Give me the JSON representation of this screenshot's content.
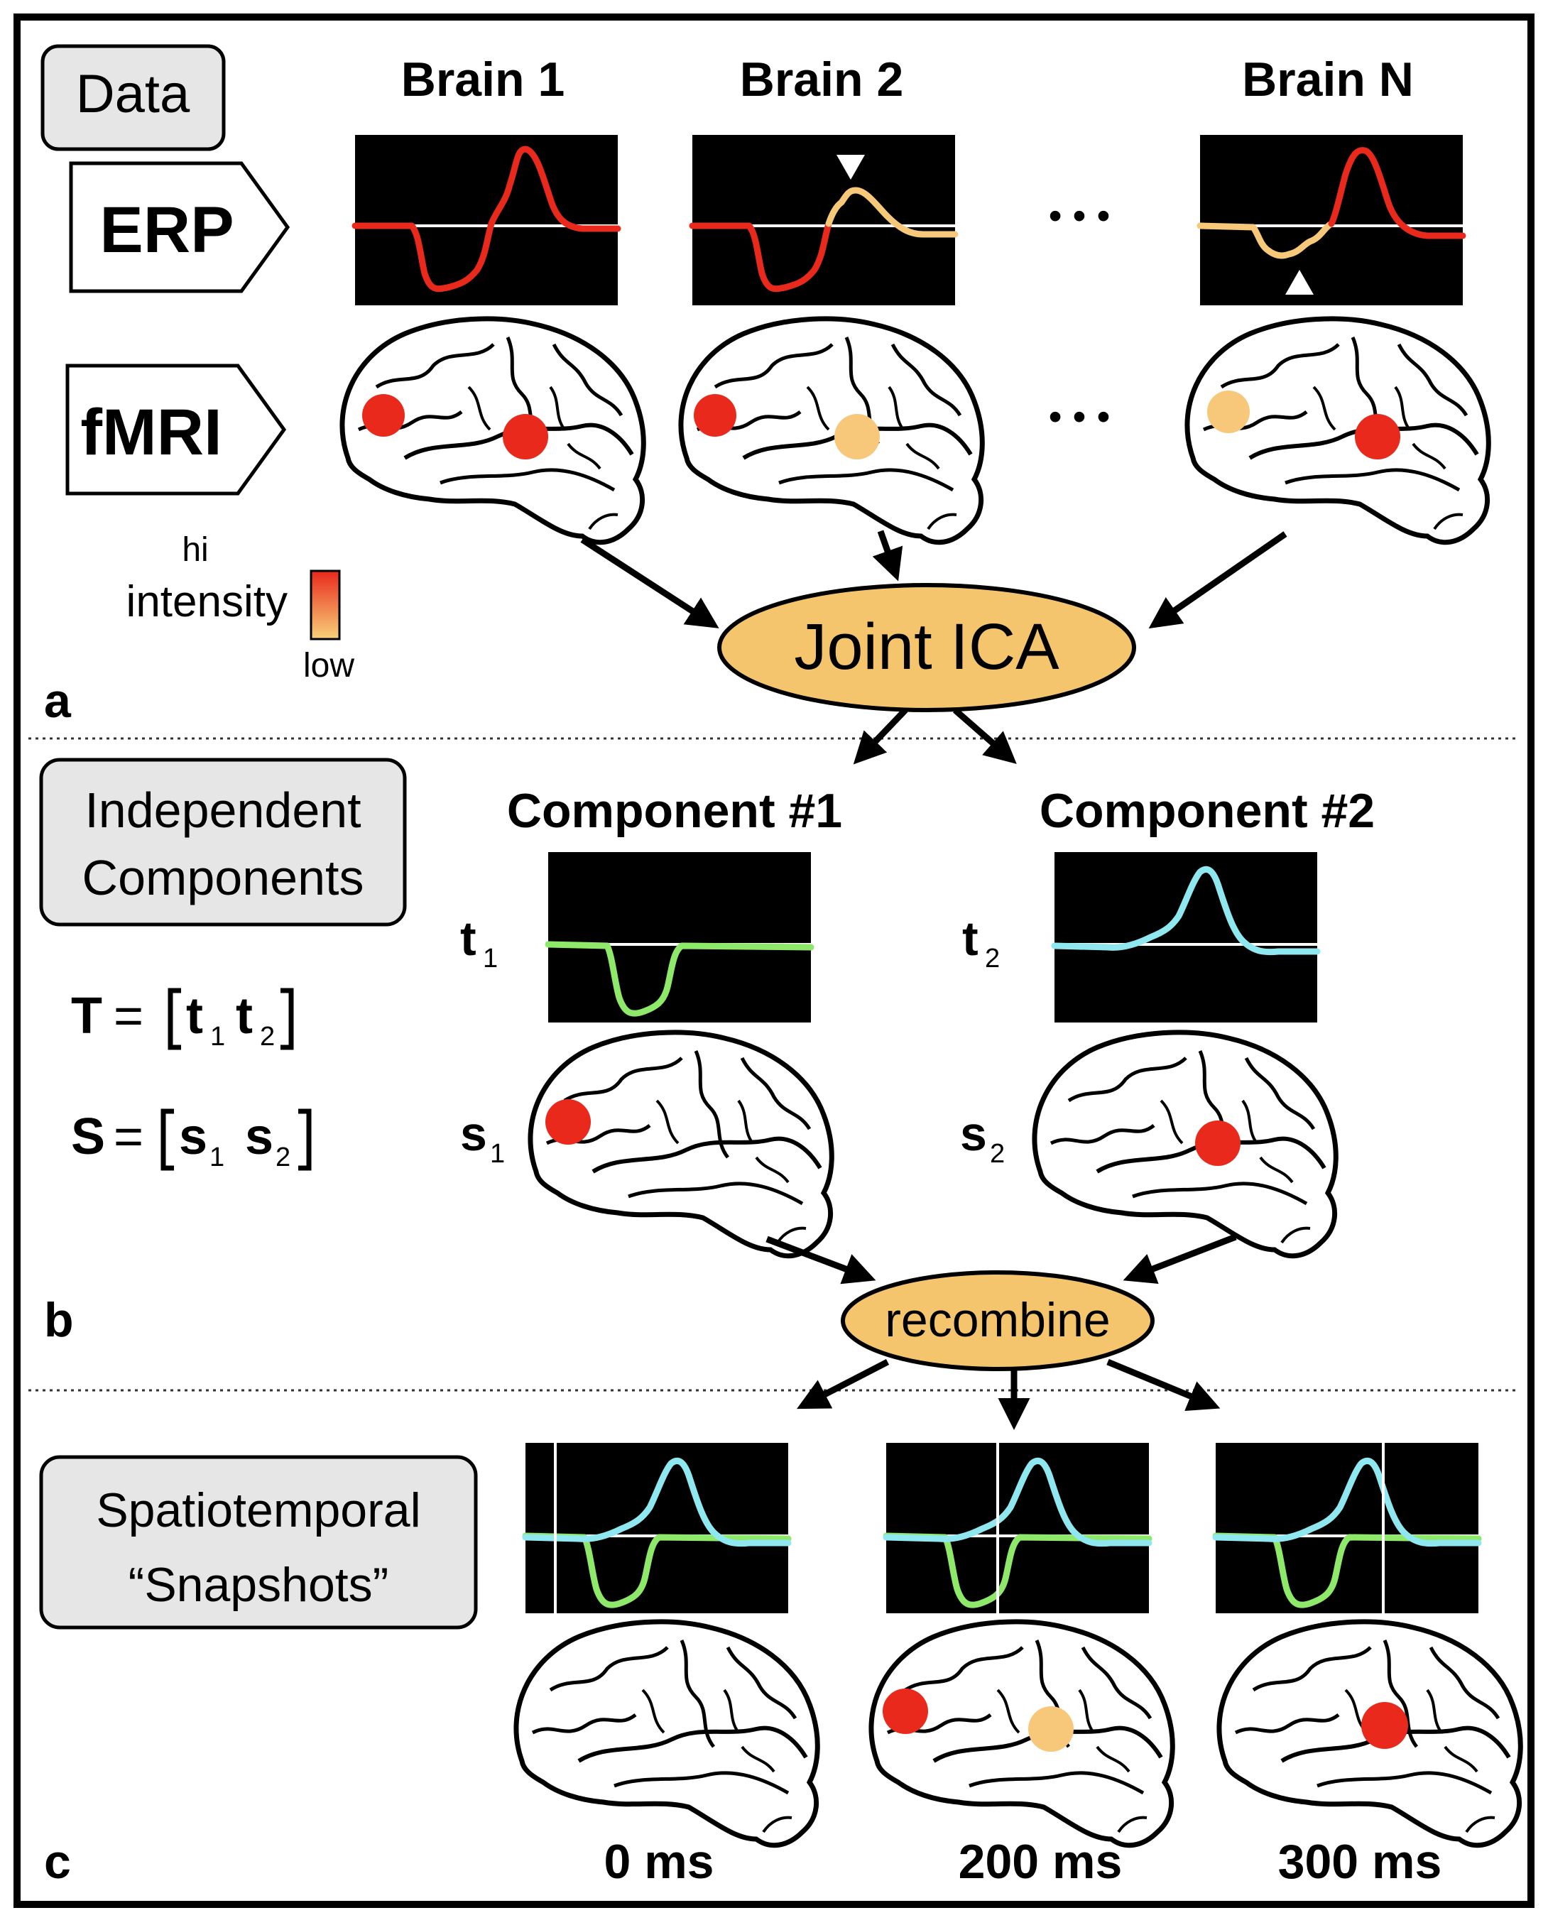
{
  "section_a": {
    "label": "a",
    "data_box": "Data",
    "erp_tag": "ERP",
    "fmri_tag": "fMRI",
    "brain_titles": [
      "Brain 1",
      "Brain 2",
      "Brain N"
    ],
    "ellipsis": "• • •",
    "legend": {
      "title": "intensity",
      "hi": "hi",
      "low": "low"
    },
    "joint_ica": "Joint ICA"
  },
  "section_b": {
    "label": "b",
    "box_line1": "Independent",
    "box_line2": "Components",
    "component_titles": [
      "Component #1",
      "Component #2"
    ],
    "t_var": "t",
    "s_var": "s",
    "sub1": "1",
    "sub2": "2",
    "T_var": "T",
    "S_var": "S",
    "equals": "=",
    "recombine": "recombine"
  },
  "section_c": {
    "label": "c",
    "box_line1": "Spatiotemporal",
    "box_line2": "“Snapshots”",
    "times": [
      "0 ms",
      "200 ms",
      "300 ms"
    ]
  },
  "colors": {
    "frame": "#000000",
    "red": "#e8291c",
    "orange": "#f7c87a",
    "green": "#8ee86a",
    "cyan": "#8fe8f0",
    "ellipse_fill": "#f5c56d",
    "gray_box": "#e6e6e6"
  }
}
